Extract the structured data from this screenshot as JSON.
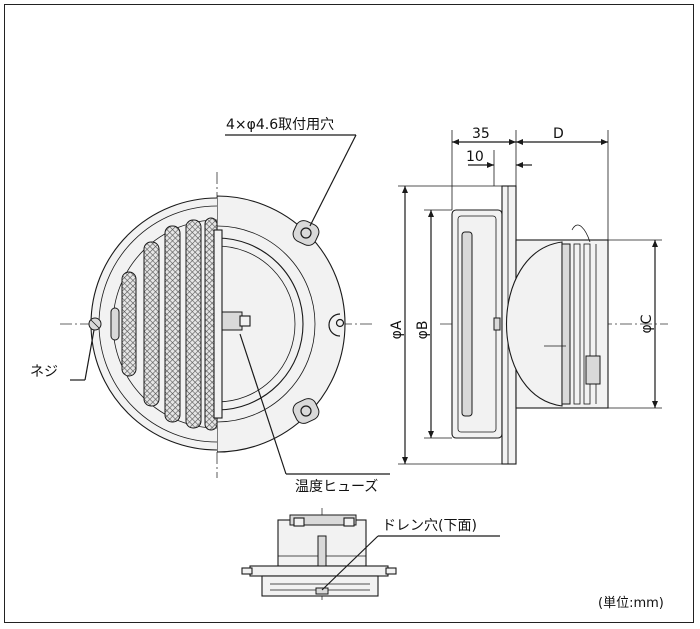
{
  "labels": {
    "mount_holes": "4×φ4.6取付用穴",
    "screw": "ネジ",
    "thermal_fuse": "温度ヒューズ",
    "drain_hole": "ドレン穴(下面)",
    "unit_note": "(単位:mm)"
  },
  "dimensions": {
    "d35": "35",
    "d10": "10",
    "dD": "D",
    "phiA": "φA",
    "phiB": "φB",
    "phiC": "φC"
  }
}
